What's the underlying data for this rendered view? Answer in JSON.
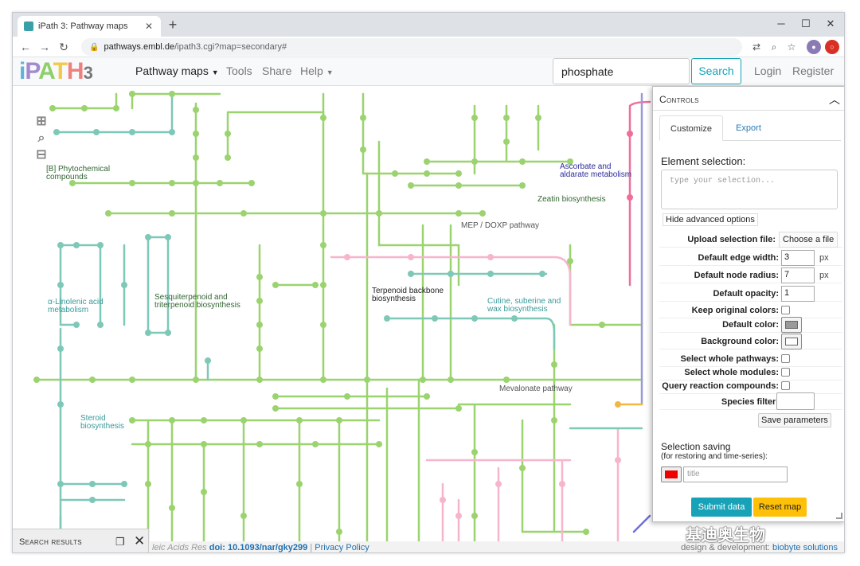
{
  "browser": {
    "tab_title": "iPath 3: Pathway maps",
    "tab_close": "✕",
    "new_tab": "+",
    "url_host": "pathways.embl.de",
    "url_path": "/ipath3.cgi?map=secondary#",
    "win_min": "─",
    "win_max": "☐",
    "win_close": "✕"
  },
  "navbar": {
    "logo_i": "i",
    "logo_p": "P",
    "logo_a": "A",
    "logo_t": "T",
    "logo_h": "H",
    "logo_3": "3",
    "menu_pathway": "Pathway maps",
    "menu_tools": "Tools",
    "menu_share": "Share",
    "menu_help": "Help",
    "search_value": "phosphate",
    "search_button": "Search",
    "login": "Login",
    "register": "Register"
  },
  "map": {
    "labels": [
      {
        "text": "[B] Phytochemical",
        "color": "#336633"
      },
      {
        "text": "compounds",
        "color": "#336633"
      },
      {
        "text": "Ascorbate and",
        "color": "#2a2a9a"
      },
      {
        "text": "aldarate metabolism",
        "color": "#2a2a9a"
      },
      {
        "text": "Zeatin biosynthesis",
        "color": "#336633"
      },
      {
        "text": "MEP / DOXP pathway",
        "color": "#555555"
      },
      {
        "text": "α-Linolenic acid",
        "color": "#3a9a9a"
      },
      {
        "text": "metabolism",
        "color": "#3a9a9a"
      },
      {
        "text": "Sesquiterpenoid and",
        "color": "#336633"
      },
      {
        "text": "triterpenoid biosynthesis",
        "color": "#336633"
      },
      {
        "text": "Terpenoid backbone",
        "color": "#222222"
      },
      {
        "text": "biosynthesis",
        "color": "#222222"
      },
      {
        "text": "Cutine, suberine and",
        "color": "#3a9a9a"
      },
      {
        "text": "wax biosynthesis",
        "color": "#3a9a9a"
      },
      {
        "text": "Mevalonate pathway",
        "color": "#555555"
      },
      {
        "text": "Steroid",
        "color": "#3a9a9a"
      },
      {
        "text": "biosynthesis",
        "color": "#3a9a9a"
      }
    ]
  },
  "controls": {
    "title": "Controls",
    "tab_customize": "Customize",
    "tab_export": "Export",
    "element_selection_label": "Element selection:",
    "selection_placeholder": "type your selection...",
    "hide_advanced": "Hide advanced options",
    "upload_label": "Upload selection file:",
    "choose_file": "Choose a file",
    "edge_width_label": "Default edge width:",
    "edge_width_value": "3",
    "edge_unit": "px",
    "node_radius_label": "Default node radius:",
    "node_radius_value": "7",
    "node_unit": "px",
    "opacity_label": "Default opacity:",
    "opacity_value": "1",
    "keep_colors_label": "Keep original colors:",
    "default_color_label": "Default color:",
    "default_color": "#999999",
    "background_color_label": "Background color:",
    "background_color": "#ffffff",
    "whole_pathways_label": "Select whole pathways:",
    "whole_modules_label": "Select whole modules:",
    "query_compounds_label": "Query reaction compounds:",
    "species_filter_label": "Species filter:",
    "save_parameters": "Save parameters",
    "selection_saving_title": "Selection saving",
    "selection_saving_sub": "(for restoring and time-series):",
    "saving_color": "#ee0000",
    "title_placeholder": "title",
    "submit_data": "Submit data",
    "reset_map": "Reset map"
  },
  "results": {
    "title": "Search results",
    "maximize": "❐",
    "close": "✕"
  },
  "footer": {
    "journal": "leic Acids Res",
    "doi": "doi: 10.1093/nar/gky299",
    "separator": "|",
    "privacy": "Privacy Policy",
    "design": "design & development:",
    "dev_link": "biobyte solutions"
  },
  "watermark": "基迪奥生物"
}
